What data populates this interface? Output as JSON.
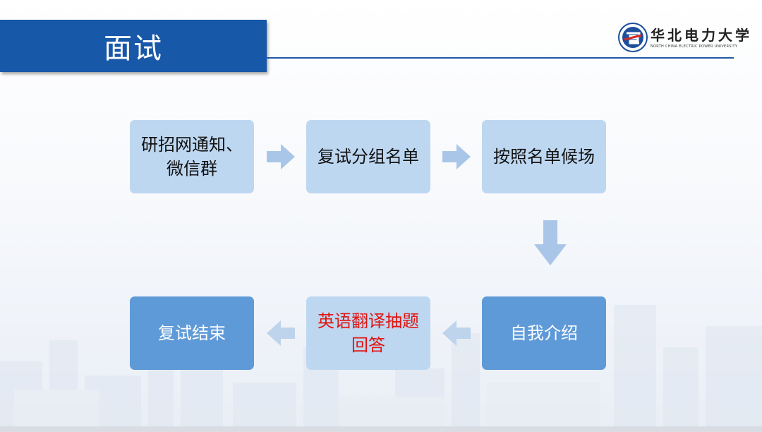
{
  "slide": {
    "title": "面试",
    "logo": {
      "name_cn": "华北电力大学",
      "name_en": "NORTH CHINA ELECTRIC POWER UNIVERSITY"
    }
  },
  "flow": {
    "steps": [
      {
        "id": "notice",
        "label": "研招网通知、微信群"
      },
      {
        "id": "grouping",
        "label": "复试分组名单"
      },
      {
        "id": "waiting",
        "label": "按照名单候场"
      },
      {
        "id": "intro",
        "label": "自我介绍"
      },
      {
        "id": "questions",
        "label": "英语翻译抽题回答"
      },
      {
        "id": "end",
        "label": "复试结束"
      }
    ],
    "colors": {
      "light_box": "#bed7f1",
      "dark_box": "#5f9ad8",
      "title_bar": "#1858a8",
      "highlight_text": "#e1140e",
      "arrow": "#a9c6e8"
    }
  }
}
